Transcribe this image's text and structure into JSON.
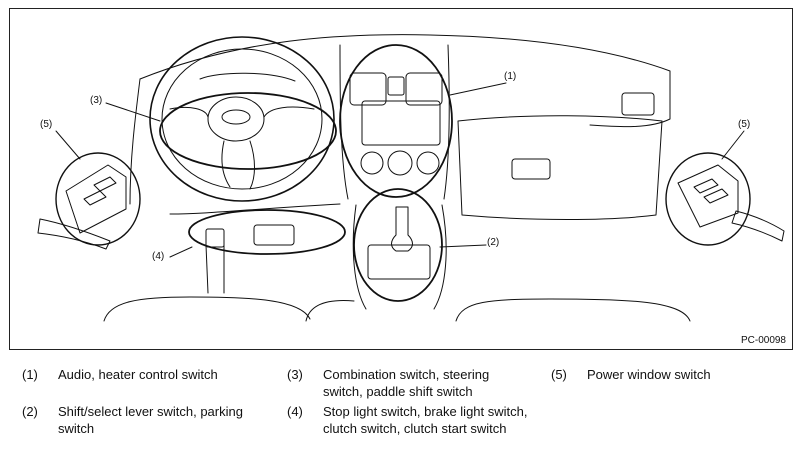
{
  "figure": {
    "code": "PC-00098",
    "callouts": [
      "(1)",
      "(2)",
      "(3)",
      "(4)",
      "(5)",
      "(5)"
    ]
  },
  "legend": [
    {
      "number": "(1)",
      "text": "Audio, heater control switch"
    },
    {
      "number": "(2)",
      "text": "Shift/select lever switch, parking switch"
    },
    {
      "number": "(3)",
      "text": "Combination switch, steering switch, paddle shift switch"
    },
    {
      "number": "(4)",
      "text": "Stop light switch, brake light switch, clutch switch, clutch start switch"
    },
    {
      "number": "(5)",
      "text": "Power window switch"
    }
  ]
}
